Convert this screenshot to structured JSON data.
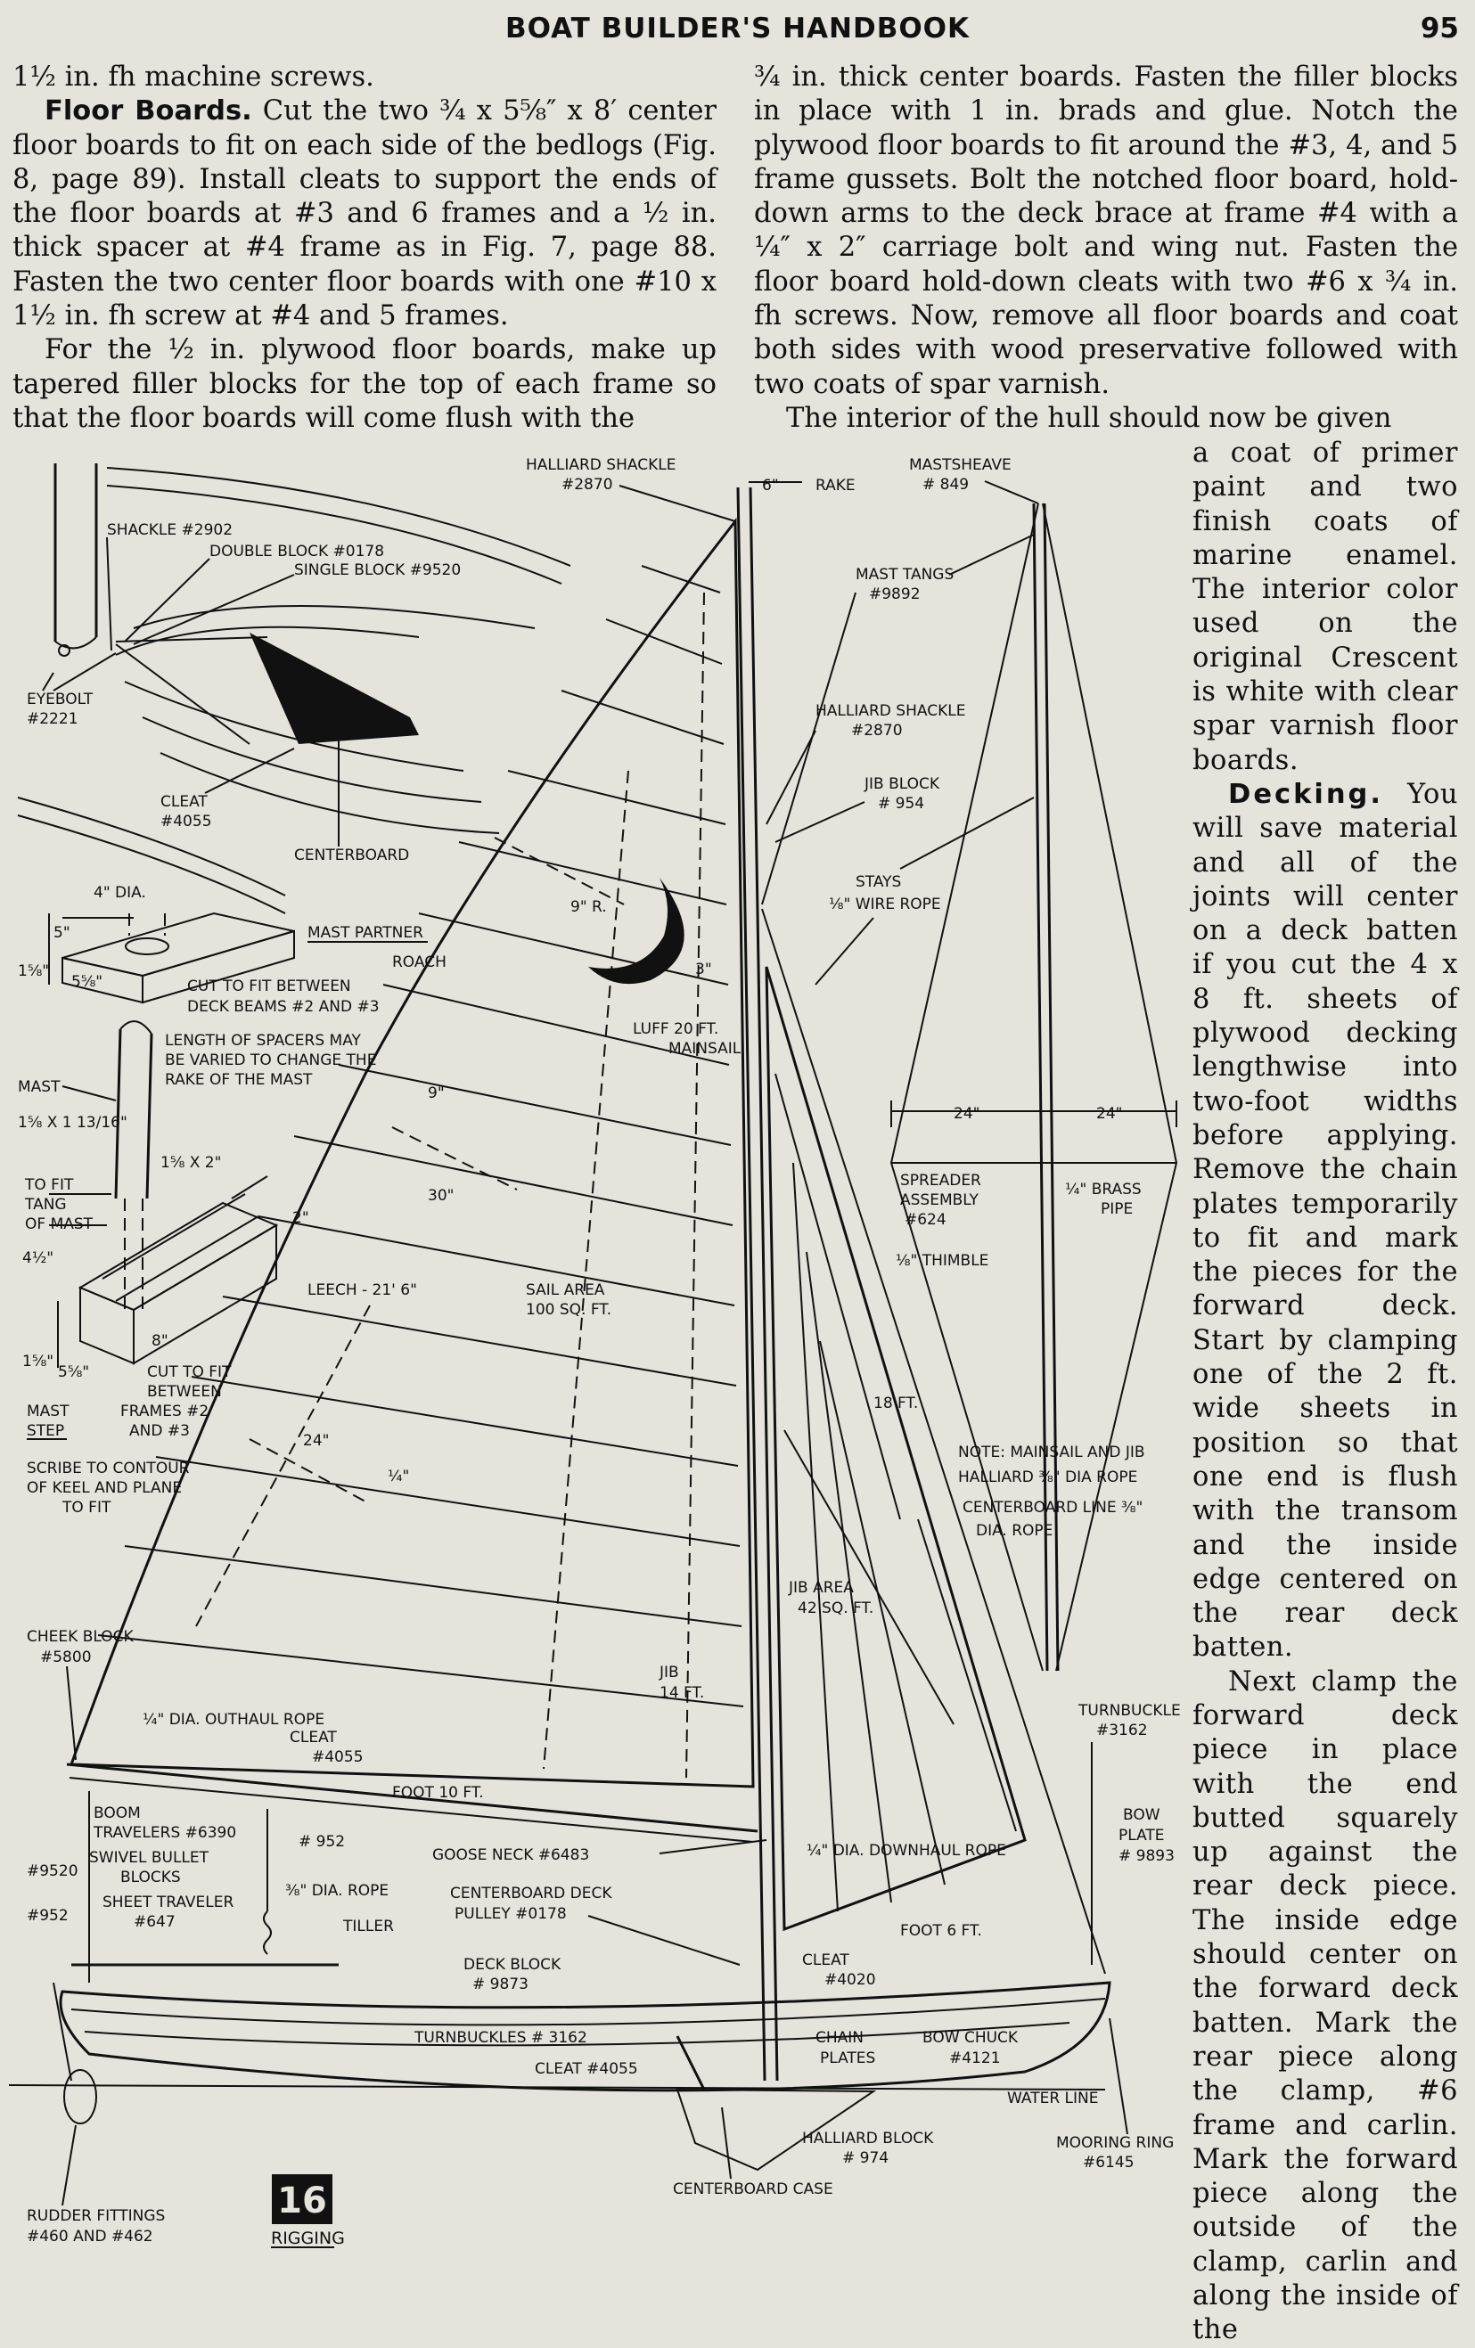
{
  "header": {
    "title": "BOAT BUILDER'S HANDBOOK",
    "page_number": "95"
  },
  "left_column": {
    "line_top": "1½ in. fh machine screws.",
    "p1_lead": "Floor Boards.",
    "p1_text": " Cut the two ¾ x 5⅝″ x 8′ center floor boards to fit on each side of the bedlogs (Fig. 8, page 89). Install cleats to support the ends of the floor boards at #3 and 6 frames and a ½ in. thick spacer at #4 frame as in Fig. 7, page 88. Fasten the two center floor boards with one #10 x 1½ in. fh screw at #4 and 5 frames.",
    "p2_text": "For the ½ in. plywood floor boards, make up tapered filler blocks for the top of each frame so that the floor boards will come flush with the"
  },
  "right_column": {
    "p1_text": "¾ in. thick center boards. Fasten the filler blocks in place with 1 in. brads and glue. Notch the plywood floor boards to fit around the #3, 4, and 5 frame gussets. Bolt the notched floor board, hold-down arms to the deck brace at frame #4 with a ¼″ x 2″ carriage bolt and wing nut. Fasten the floor board hold-down cleats with two #6 x ¾ in. fh screws. Now, remove all floor boards and coat both sides with wood preservative followed with two coats of spar varnish.",
    "p2_start": "The interior of the hull should now be given"
  },
  "narrow_column": {
    "p2_cont": "a coat of primer paint and two finish coats of marine enamel. The interior color used on the original Crescent is white with clear spar varnish floor boards.",
    "p3_lead": "Decking.",
    "p3_text": " You will save material and all of the joints will center on a deck batten if you cut the 4 x 8 ft. sheets of plywood decking lengthwise into two-foot widths before applying. Remove the chain plates temporarily to fit and mark the pieces for the forward deck. Start by clamping one of the 2 ft. wide sheets in position so that one end is flush with the transom and the inside edge centered on the rear deck batten.",
    "p4_text": "Next clamp the forward deck piece in place with the end butted squarely up against the rear deck piece. The inside edge should center on the forward deck batten. Mark the rear piece along the clamp, #6 frame and carlin. Mark the forward piece along the outside of the clamp, carlin and along the inside of the"
  },
  "figure": {
    "figure_number": "16",
    "figure_caption": "RIGGING",
    "labels": {
      "shackle": "SHACKLE #2902",
      "double_block": "DOUBLE BLOCK #0178",
      "single_block": "SINGLE BLOCK #9520",
      "eyebolt_1": "EYEBOLT",
      "eyebolt_2": "#2221",
      "cleat_top_1": "CLEAT",
      "cleat_top_2": "#4055",
      "centerboard": "CENTERBOARD",
      "dia_4": "4\" DIA.",
      "mast_partner": "MAST PARTNER",
      "dim_5": "5\"",
      "dim_1_5_8": "1⅝\"",
      "dim_5_5_8": "5⅝\"",
      "cut_to_fit_1": "CUT TO FIT BETWEEN",
      "cut_to_fit_2": "DECK BEAMS #2 AND #3",
      "spacers_1": "LENGTH OF SPACERS MAY",
      "spacers_2": "BE VARIED TO CHANGE THE",
      "spacers_3": "RAKE OF THE MAST",
      "mast": "MAST",
      "mast_dim": "1⅝ X 1 13/16\"",
      "to_fit_1": "TO FIT",
      "to_fit_2": "TANG",
      "to_fit_3": "OF MAST",
      "dim_1_5_8x2": "1⅝ X 2\"",
      "dim_2": "2\"",
      "dim_4_1_2": "4½\"",
      "dim_8": "8\"",
      "cut_frames_1": "CUT TO FIT",
      "cut_frames_2": "BETWEEN",
      "cut_frames_3": "FRAMES #2",
      "cut_frames_4": "AND #3",
      "mast_step_1": "MAST",
      "mast_step_2": "STEP",
      "scribe_1": "SCRIBE TO CONTOUR",
      "scribe_2": "OF KEEL AND PLANE",
      "scribe_3": "TO FIT",
      "halliard_shackle_top_1": "HALLIARD SHACKLE",
      "halliard_shackle_top_2": "#2870",
      "rake_dim": "6\"",
      "rake": "RAKE",
      "mastsheave_1": "MASTSHEAVE",
      "mastsheave_2": "# 849",
      "mast_tangs_1": "MAST TANGS",
      "mast_tangs_2": "#9892",
      "halliard_shackle_mid_1": "HALLIARD SHACKLE",
      "halliard_shackle_mid_2": "#2870",
      "jib_block_1": "JIB BLOCK",
      "jib_block_2": "# 954",
      "stays_1": "STAYS",
      "stays_2": "⅛\" WIRE ROPE",
      "roach": "ROACH",
      "radius": "9\" R.",
      "dim_3": "3\"",
      "luff_1": "LUFF 20 FT.",
      "luff_2": "MAINSAIL",
      "dim_9": "9\"",
      "dim_30": "30\"",
      "leech": "LEECH - 21' 6\"",
      "sail_area_1": "SAIL AREA",
      "sail_area_2": "100 SQ. FT.",
      "dim_24_left": "24\"",
      "dim_quarter": "¼\"",
      "spreader_dim_l": "24\"",
      "spreader_dim_r": "24\"",
      "spreader_1": "SPREADER",
      "spreader_2": "ASSEMBLY",
      "spreader_3": "#624",
      "brass_1": "¼\" BRASS",
      "brass_2": "PIPE",
      "thimble": "⅛\" THIMBLE",
      "ft_18": "18 FT.",
      "note_1": "NOTE: MAINSAIL AND JIB",
      "note_2": "HALLIARD ⅜\" DIA ROPE",
      "note_3": "CENTERBOARD LINE ⅜\"",
      "note_4": "DIA. ROPE",
      "jib_area_1": "JIB AREA",
      "jib_area_2": "42 SQ. FT.",
      "jib_14_1": "JIB",
      "jib_14_2": "14 FT.",
      "cheek_1": "CHEEK BLOCK",
      "cheek_2": "#5800",
      "outhaul": "¼\" DIA. OUTHAUL ROPE",
      "cleat_mid_1": "CLEAT",
      "cleat_mid_2": "#4055",
      "foot_10": "FOOT 10 FT.",
      "turnbuckle_1": "TURNBUCKLE",
      "turnbuckle_2": "#3162",
      "boom_trav_1": "BOOM",
      "boom_trav_2": "TRAVELERS #6390",
      "n952_a": "# 952",
      "n9520": "#9520",
      "swivel_1": "SWIVEL BULLET",
      "swivel_2": "BLOCKS",
      "rope_3_8": "⅜\" DIA. ROPE",
      "sheet_1": "SHEET TRAVELER",
      "sheet_2": "#647",
      "n952_b": "#952",
      "tiller": "TILLER",
      "gooseneck": "GOOSE NECK #6483",
      "downhaul": "¼\" DIA. DOWNHAUL ROPE",
      "bow_plate_1": "BOW",
      "bow_plate_2": "PLATE",
      "bow_plate_3": "# 9893",
      "cb_pulley_1": "CENTERBOARD DECK",
      "cb_pulley_2": "PULLEY #0178",
      "foot_6": "FOOT 6 FT.",
      "deck_block_1": "DECK BLOCK",
      "deck_block_2": "# 9873",
      "cleat_4020_1": "CLEAT",
      "cleat_4020_2": "#4020",
      "turnbuckles": "TURNBUCKLES # 3162",
      "chain_1": "CHAIN",
      "chain_2": "PLATES",
      "bow_chuck_1": "BOW CHUCK",
      "bow_chuck_2": "#4121",
      "cleat_bottom": "CLEAT #4055",
      "water_line": "WATER LINE",
      "halliard_block_1": "HALLIARD BLOCK",
      "halliard_block_2": "# 974",
      "mooring_1": "MOORING RING",
      "mooring_2": "#6145",
      "centerboard_case": "CENTERBOARD CASE",
      "rudder_1": "RUDDER FITTINGS",
      "rudder_2": "#460 AND #462"
    }
  }
}
